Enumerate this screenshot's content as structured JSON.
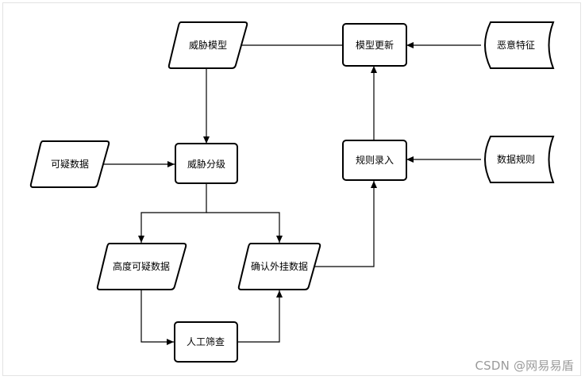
{
  "nodes": {
    "threat_model": "威胁模型",
    "model_update": "模型更新",
    "malicious_features": "恶意特征",
    "suspicious_data": "可疑数据",
    "threat_grading": "威胁分级",
    "rule_entry": "规则录入",
    "data_rules": "数据规则",
    "highly_suspicious_data": "高度可疑数据",
    "confirm_cheat_data": "确认外挂数据",
    "manual_screening": "人工筛查"
  },
  "watermark": "CSDN @网易易盾"
}
